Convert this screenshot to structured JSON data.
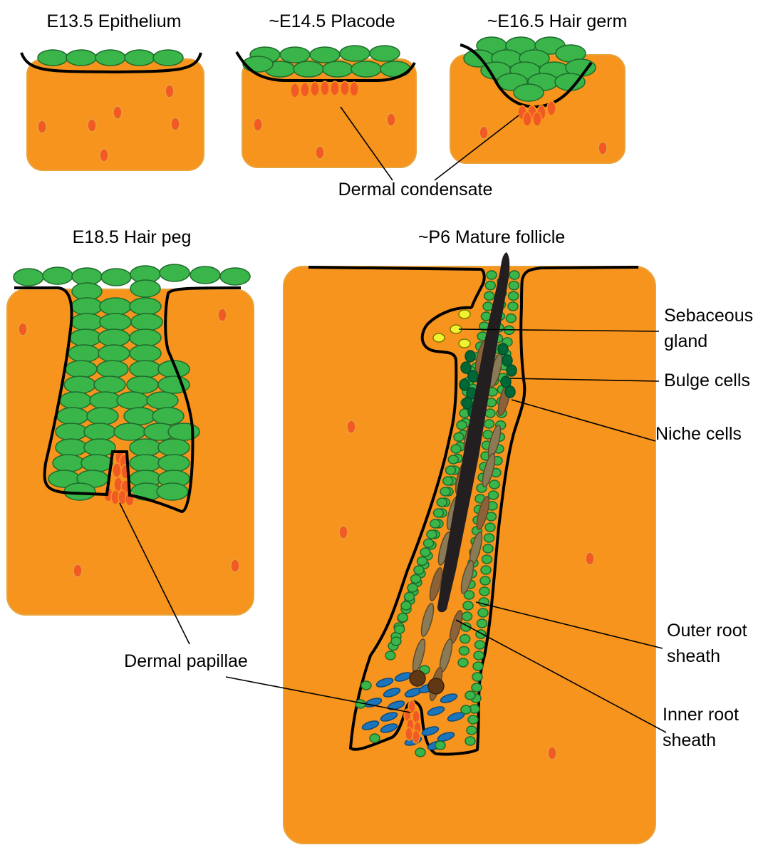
{
  "stages": [
    {
      "title": "E13.5 Epithelium"
    },
    {
      "title": "~E14.5 Placode"
    },
    {
      "title": "~E16.5 Hair germ"
    },
    {
      "title": "E18.5 Hair peg"
    },
    {
      "title": "~P6 Mature follicle"
    }
  ],
  "labels": {
    "dermal_condensate": "Dermal condensate",
    "dermal_papillae": "Dermal papillae",
    "sebaceous_gland": [
      "Sebaceous",
      "gland"
    ],
    "bulge_cells": "Bulge cells",
    "niche_cells": "Niche cells",
    "outer_root_sheath": [
      "Outer root",
      "sheath"
    ],
    "inner_root_sheath": [
      "Inner root",
      "sheath"
    ]
  },
  "colors": {
    "dermis": "#F7941D",
    "dermis_edge": "#E8A33C",
    "epithelial_cell": "#39B54A",
    "epithelial_edge": "#1E6B2C",
    "dermal_cell": "#F15A24",
    "bulge_cell": "#006837",
    "niche_cell": "#8C6239",
    "sebaceous_cell": "#F2F230",
    "inner_sheath_cell": "#1C75BC",
    "melanocyte": "#603813",
    "hair_shaft": "#231F20"
  }
}
